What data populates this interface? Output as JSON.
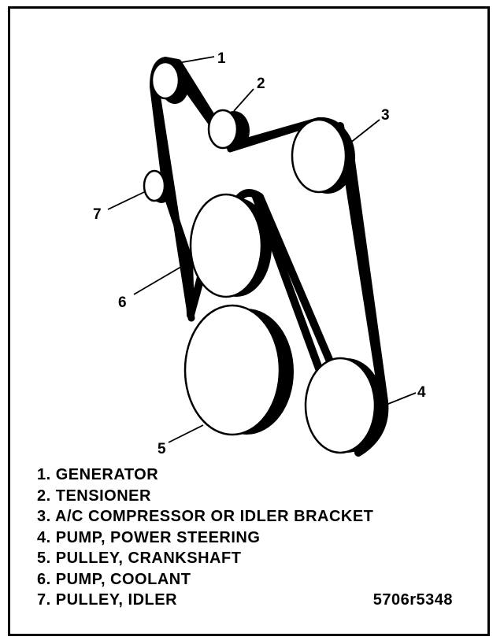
{
  "callouts": [
    "1",
    "2",
    "3",
    "4",
    "5",
    "6",
    "7"
  ],
  "legend": [
    "1. GENERATOR",
    "2. TENSIONER",
    "3. A/C COMPRESSOR OR IDLER BRACKET",
    "4. PUMP, POWER STEERING",
    "5. PULLEY, CRANKSHAFT",
    "6. PUMP, COOLANT",
    "7. PULLEY, IDLER"
  ],
  "figure_code": "5706r5348",
  "colors": {
    "ink": "#000000",
    "paper": "#ffffff"
  }
}
